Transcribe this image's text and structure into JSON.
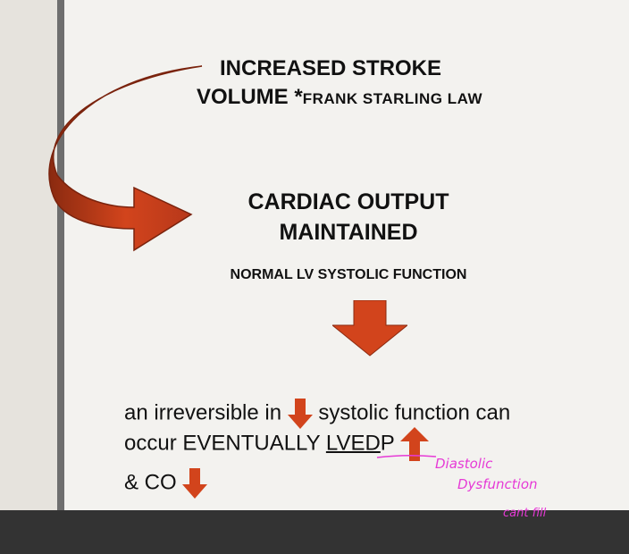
{
  "slide": {
    "heading1_line1": "INCREASED STROKE",
    "heading1_line2": "VOLUME *",
    "heading1_note": "FRANK STARLING LAW",
    "heading2_line1": "CARDIAC OUTPUT",
    "heading2_line2": "MAINTAINED",
    "subheading": "NORMAL LV SYSTOLIC FUNCTION",
    "body_line1_part1": "an irreversible in",
    "body_line1_part2": "systolic function can",
    "body_line2_part1": "occur EVENTUALLY ",
    "body_line2_underlined": "LVED",
    "body_line2_part2": "P",
    "body_line3": "& CO"
  },
  "handwriting": {
    "line1": "Diastolic",
    "line2": "Dysfunction",
    "line3": "cant fill"
  },
  "colors": {
    "arrow_fill": "#d2441c",
    "arrow_dark": "#8a2a10",
    "ink_pink": "#e63ad6"
  },
  "icons": {
    "curved": "curved-arrow-icon",
    "down": "down-arrow-icon",
    "up": "up-arrow-icon"
  }
}
